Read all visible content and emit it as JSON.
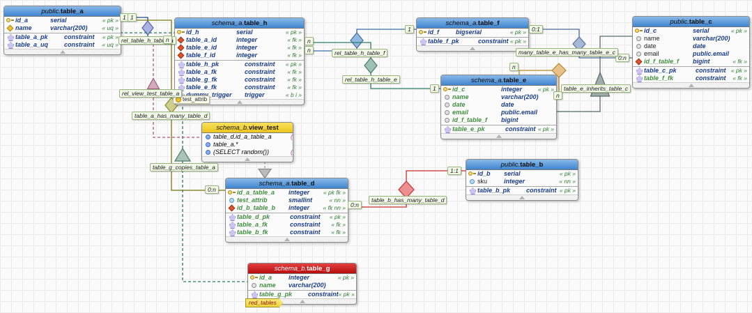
{
  "diagram": {
    "tables": [
      {
        "id": "table_a",
        "schema": "public",
        "name": "table_a",
        "header": "blue",
        "columns": [
          {
            "icon": "key",
            "name": "id_a",
            "type": "serial",
            "tag": "« pk »",
            "style": "b"
          },
          {
            "icon": "dgold",
            "name": "name",
            "type": "varchar(200)",
            "tag": "« uq »",
            "style": "b"
          }
        ],
        "constraints": [
          {
            "icon": "pent",
            "name": "table_a_pk",
            "type": "constraint",
            "tag": "« pk »",
            "style": "b"
          },
          {
            "icon": "pent",
            "name": "table_a_uq",
            "type": "constraint",
            "tag": "« uq »",
            "style": "b"
          }
        ]
      },
      {
        "id": "table_h",
        "schema": "schema_a",
        "name": "table_h",
        "header": "blue",
        "columns": [
          {
            "icon": "key",
            "name": "id_h",
            "type": "serial",
            "tag": "« pk »",
            "style": "b"
          },
          {
            "icon": "fk",
            "name": "table_a_id",
            "type": "integer",
            "tag": "« fk »",
            "style": "b"
          },
          {
            "icon": "fk",
            "name": "table_e_id",
            "type": "integer",
            "tag": "« fk »",
            "style": "b"
          },
          {
            "icon": "fk",
            "name": "table_f_id",
            "type": "integer",
            "tag": "« fk »",
            "style": "b"
          }
        ],
        "constraints": [
          {
            "icon": "pent",
            "name": "table_h_pk",
            "type": "constraint",
            "tag": "« pk »",
            "style": "b"
          },
          {
            "icon": "pent",
            "name": "table_a_fk",
            "type": "constraint",
            "tag": "« fk »",
            "style": "b"
          },
          {
            "icon": "pent",
            "name": "table_g_fk",
            "type": "constraint",
            "tag": "« fk »",
            "style": "b"
          },
          {
            "icon": "pent",
            "name": "table_e_fk",
            "type": "constraint",
            "tag": "« fk »",
            "style": "b"
          },
          {
            "icon": "pent",
            "name": "dummy_trigger",
            "type": "trigger",
            "tag": "« b i »",
            "style": "b"
          }
        ]
      },
      {
        "id": "table_f",
        "schema": "schema_a",
        "name": "table_f",
        "header": "blue",
        "columns": [
          {
            "icon": "key",
            "name": "id_f",
            "type": "bigserial",
            "tag": "« pk »",
            "style": "b"
          }
        ],
        "constraints": [
          {
            "icon": "pent",
            "name": "table_f_pk",
            "type": "constraint",
            "tag": "« pk »",
            "style": "b"
          }
        ]
      },
      {
        "id": "table_c",
        "schema": "public",
        "name": "table_c",
        "header": "blue",
        "columns": [
          {
            "icon": "key",
            "name": "id_c",
            "type": "serial",
            "tag": "« pk »",
            "style": "b"
          },
          {
            "icon": "cgray",
            "name": "name",
            "type": "varchar(200)",
            "tag": "",
            "style": "n"
          },
          {
            "icon": "cgray",
            "name": "date",
            "type": "date",
            "tag": "",
            "style": "n"
          },
          {
            "icon": "cgray",
            "name": "email",
            "type": "public.email",
            "tag": "",
            "style": "n"
          },
          {
            "icon": "fk",
            "name": "id_f_table_f",
            "type": "bigint",
            "tag": "« fk »",
            "style": "g"
          }
        ],
        "constraints": [
          {
            "icon": "pent",
            "name": "table_c_pk",
            "type": "constraint",
            "tag": "« pk »",
            "style": "b"
          },
          {
            "icon": "pent",
            "name": "table_f_fk",
            "type": "constraint",
            "tag": "« fk »",
            "style": "g"
          }
        ]
      },
      {
        "id": "table_e",
        "schema": "schema_a",
        "name": "table_e",
        "header": "blue",
        "columns": [
          {
            "icon": "key",
            "name": "id_c",
            "type": "integer",
            "tag": "« pk »",
            "style": "g"
          },
          {
            "icon": "cgray",
            "name": "name",
            "type": "varchar(200)",
            "tag": "",
            "style": "g"
          },
          {
            "icon": "cgray",
            "name": "date",
            "type": "date",
            "tag": "",
            "style": "g"
          },
          {
            "icon": "cgray",
            "name": "email",
            "type": "public.email",
            "tag": "",
            "style": "g"
          },
          {
            "icon": "cgray",
            "name": "id_f_table_f",
            "type": "bigint",
            "tag": "",
            "style": "g"
          }
        ],
        "constraints": [
          {
            "icon": "pent",
            "name": "table_e_pk",
            "type": "constraint",
            "tag": "« pk »",
            "style": "g"
          }
        ]
      },
      {
        "id": "table_d",
        "schema": "schema_a",
        "name": "table_d",
        "header": "blue",
        "columns": [
          {
            "icon": "key",
            "name": "id_a_table_a",
            "type": "integer",
            "tag": "« pk fk »",
            "style": "g"
          },
          {
            "icon": "cblue",
            "name": "test_attrib",
            "type": "smallint",
            "tag": "« nn »",
            "style": "g"
          },
          {
            "icon": "fk",
            "name": "id_b_table_b",
            "type": "integer",
            "tag": "« fk nn »",
            "style": "g"
          }
        ],
        "constraints": [
          {
            "icon": "pent",
            "name": "table_d_pk",
            "type": "constraint",
            "tag": "« pk »",
            "style": "g"
          },
          {
            "icon": "pent",
            "name": "table_a_fk",
            "type": "constraint",
            "tag": "« fk »",
            "style": "g"
          },
          {
            "icon": "pent",
            "name": "table_b_fk",
            "type": "constraint",
            "tag": "« fk »",
            "style": "g"
          }
        ]
      },
      {
        "id": "table_b",
        "schema": "public",
        "name": "table_b",
        "header": "blue",
        "columns": [
          {
            "icon": "key",
            "name": "id_b",
            "type": "serial",
            "tag": "« pk »",
            "style": "b"
          },
          {
            "icon": "cblue",
            "name": "sku",
            "type": "integer",
            "tag": "« nn »",
            "style": "n"
          }
        ],
        "constraints": [
          {
            "icon": "pent",
            "name": "table_b_pk",
            "type": "constraint",
            "tag": "« pk »",
            "style": "b"
          }
        ]
      },
      {
        "id": "table_g",
        "schema": "schema_b",
        "name": "table_g",
        "header": "red",
        "columns": [
          {
            "icon": "key",
            "name": "id_a",
            "type": "integer",
            "tag": "« pk »",
            "style": "g"
          },
          {
            "icon": "cgray",
            "name": "name",
            "type": "varchar(200)",
            "tag": "",
            "style": "g"
          }
        ],
        "constraints": [
          {
            "icon": "pent",
            "name": "table_g_pk",
            "type": "constraint",
            "tag": "« pk »",
            "style": "g"
          }
        ]
      }
    ],
    "views": [
      {
        "id": "view_test",
        "schema": "schema_b",
        "name": "view_test",
        "header": "yellow",
        "columns": [
          {
            "icon": "cview",
            "name": "table_d.id_a_table_a",
            "extra": "(id)"
          },
          {
            "icon": "cview",
            "name": "table_a.*",
            "extra": ""
          },
          {
            "icon": "cview",
            "name": "(SELECT random())",
            "extra": "(_expr)"
          }
        ]
      }
    ],
    "relationships": [
      {
        "id": "rel_h_a",
        "label": "rel_table_h_table_a",
        "color": "#204a87",
        "cards": [
          "1",
          "1",
          "n"
        ]
      },
      {
        "id": "rel_a_d",
        "label": "table_a_has_many_table_d",
        "color": "#7a7a10",
        "cards": [
          "0:n"
        ],
        "attribute": "test_attrib"
      },
      {
        "id": "rel_g_a",
        "label": "table_g_copies_table_a",
        "color": "#2a7a68",
        "cards": []
      },
      {
        "id": "rel_v_a",
        "label": "rel_view_test_table_a",
        "color": "#b85577",
        "cards": []
      },
      {
        "id": "rel_h_f",
        "label": "rel_table_h_table_f",
        "color": "#3a6ea5",
        "cards": [
          "n",
          "1"
        ]
      },
      {
        "id": "rel_h_e",
        "label": "rel_table_h_table_e",
        "color": "#2a7a68",
        "cards": [
          "n",
          "1"
        ]
      },
      {
        "id": "rel_c_f",
        "label": "",
        "color": "#4a6a9a",
        "cards": [
          "0:1",
          "0:n"
        ]
      },
      {
        "id": "rel_e_e",
        "label": "many_table_e_has_many_table_e_c",
        "color": "#bb8822",
        "cards": [
          "n",
          "n"
        ]
      },
      {
        "id": "rel_e_c",
        "label": "table_e_inherits_table_c",
        "color": "#5a6a6a",
        "cards": []
      },
      {
        "id": "rel_b_d",
        "label": "table_b_has_many_table_d",
        "color": "#cc2a2a",
        "cards": [
          "0:n",
          "1:1"
        ]
      },
      {
        "id": "rel_v_d",
        "label": "",
        "color": "#9a9a9a",
        "cards": []
      }
    ],
    "tag": {
      "label": "red_tables"
    },
    "colors": {
      "header_blue": "#4a90d9",
      "header_red": "#cc1111",
      "header_yellow": "#f2d234",
      "canvas_grid": "#ebebeb"
    }
  }
}
